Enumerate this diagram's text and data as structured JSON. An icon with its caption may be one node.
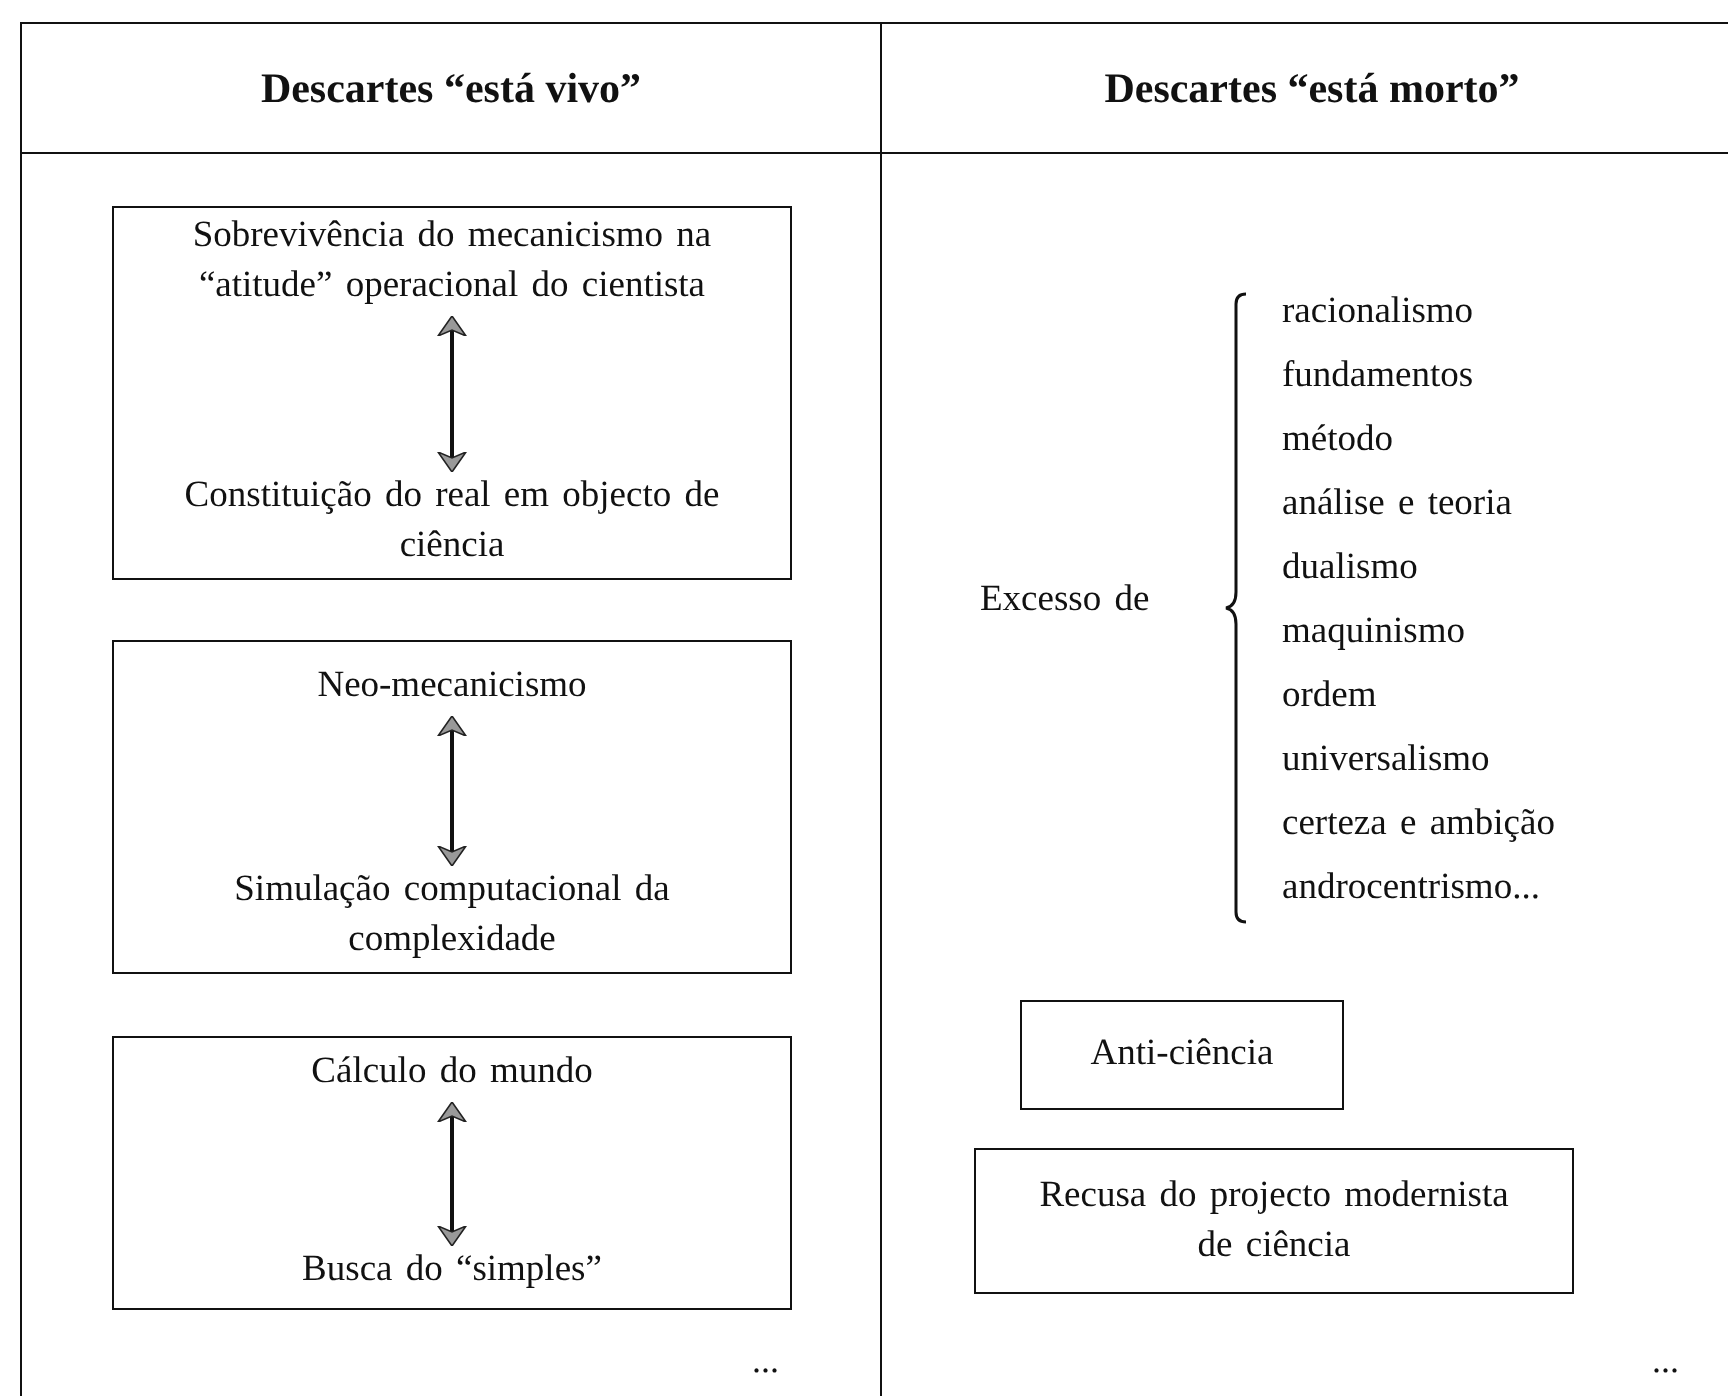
{
  "diagram": {
    "nodes": [
      {
        "text": [
          "Descartes “está vivo”",
          "..."
        ]
      },
      {
        "text": [],
        "shape": "box",
        "in": 0
      },
      {
        "text": [
          "Sobrevivência do mecanicismo na “atitude” operacional do cientista"
        ],
        "in": 1
      },
      {
        "text": [
          "Constituição do real em objecto de ciência"
        ],
        "in": 1
      },
      {
        "text": [],
        "shape": "box",
        "in": 0
      },
      {
        "text": [
          "Neo-mecanicismo"
        ],
        "in": 4
      },
      {
        "text": [
          "Simulação computacional da complexidade"
        ],
        "in": 4
      },
      {
        "text": [],
        "shape": "box",
        "in": 0
      },
      {
        "text": [
          "Cálculo do mundo"
        ],
        "in": 7
      },
      {
        "text": [
          "Busca do “simples”"
        ],
        "in": 7
      },
      {
        "text": [
          "Descartes “está morto”",
          "..."
        ]
      },
      {
        "text": [
          "Anti-ciência"
        ],
        "in": 10
      },
      {
        "text": [
          "Recusa do projecto modernista de ciência"
        ],
        "in": 10
      }
    ],
    "edges": [
      {
        "from": 2,
        "to": 3,
        "arrow": "both"
      },
      {
        "from": 5,
        "to": 6,
        "arrow": "both"
      },
      {
        "from": 8,
        "to": 9,
        "arrow": "both"
      }
    ],
    "labels": [
      "Excesso de",
      "racionalismo",
      "fundamentos",
      "método",
      "análise e teoria",
      "dualismo",
      "maquinismo",
      "ordem",
      "universalismo",
      "certeza e ambição",
      "androcentrismo..."
    ]
  }
}
